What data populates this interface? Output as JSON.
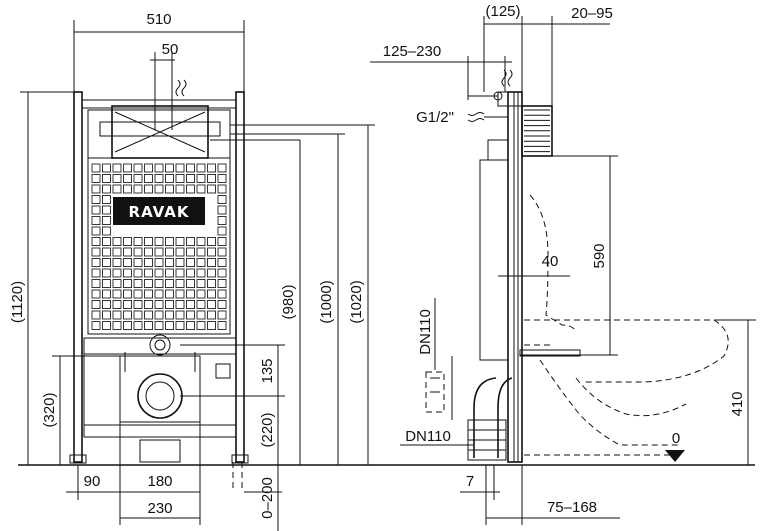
{
  "brand": "RAVAK",
  "front_view": {
    "top_width": "510",
    "top_offset": "50",
    "height_total": "(1120)",
    "height_980": "(980)",
    "height_1000": "(1000)",
    "height_1020": "(1020)",
    "height_320": "(320)",
    "dim_135": "135",
    "dim_220": "(220)",
    "bottom_90": "90",
    "bottom_180": "180",
    "bottom_230": "230",
    "adjust_0_200": "0–200"
  },
  "side_view": {
    "top_125": "(125)",
    "top_20_95": "20–95",
    "range_125_230": "125–230",
    "thread": "G1/2\"",
    "dim_590": "590",
    "dim_40": "40",
    "dn110_upper": "DN110",
    "dn110_lower": "DN110",
    "dim_410": "410",
    "zero_level": "0",
    "bottom_7": "7",
    "bottom_75_168": "75–168"
  }
}
